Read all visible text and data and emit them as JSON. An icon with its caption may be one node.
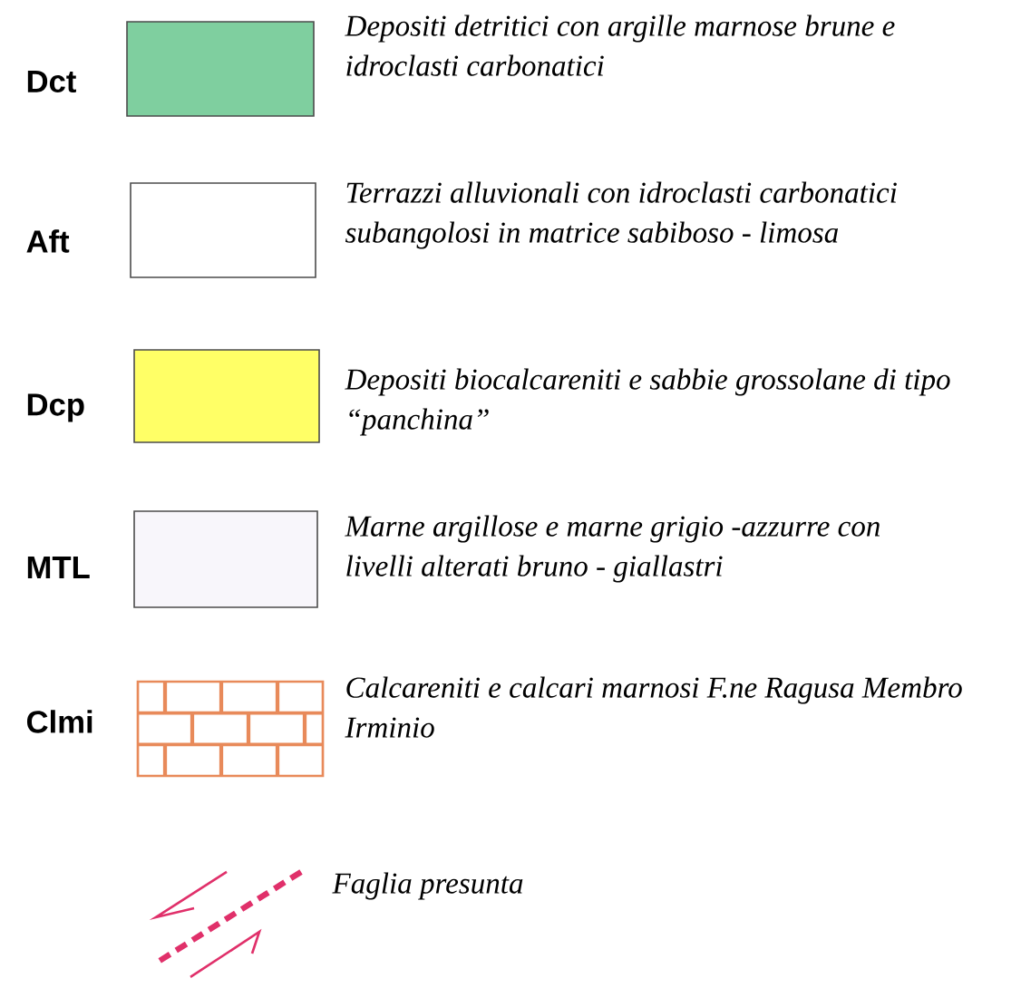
{
  "diagram": {
    "labels": [
      "Dct",
      "Aft",
      "Dcp",
      "MTL",
      "Clmi"
    ],
    "legend": [
      {
        "text": "Depositi detritici con argille marnose brune e idroclasti carbonatici",
        "color": "#7fcf9f"
      },
      {
        "text": "Terrazzi  alluvionali con idroclasti carbonatici subangolosi in matrice sabiboso - limosa"
      },
      {
        "text": "Depositi biocalcareniti e sabbie grossolane di tipo “panchina”",
        "color": "#ffff66"
      },
      {
        "text": "Marne argillose e marne grigio -azzurre con livelli alterati bruno - giallastri",
        "color": "#f8f6fb"
      },
      {
        "text": "Calcareniti e  calcari marnosi F.ne  Ragusa Membro Irminio"
      },
      {
        "text": "Faglia presunta"
      }
    ]
  }
}
